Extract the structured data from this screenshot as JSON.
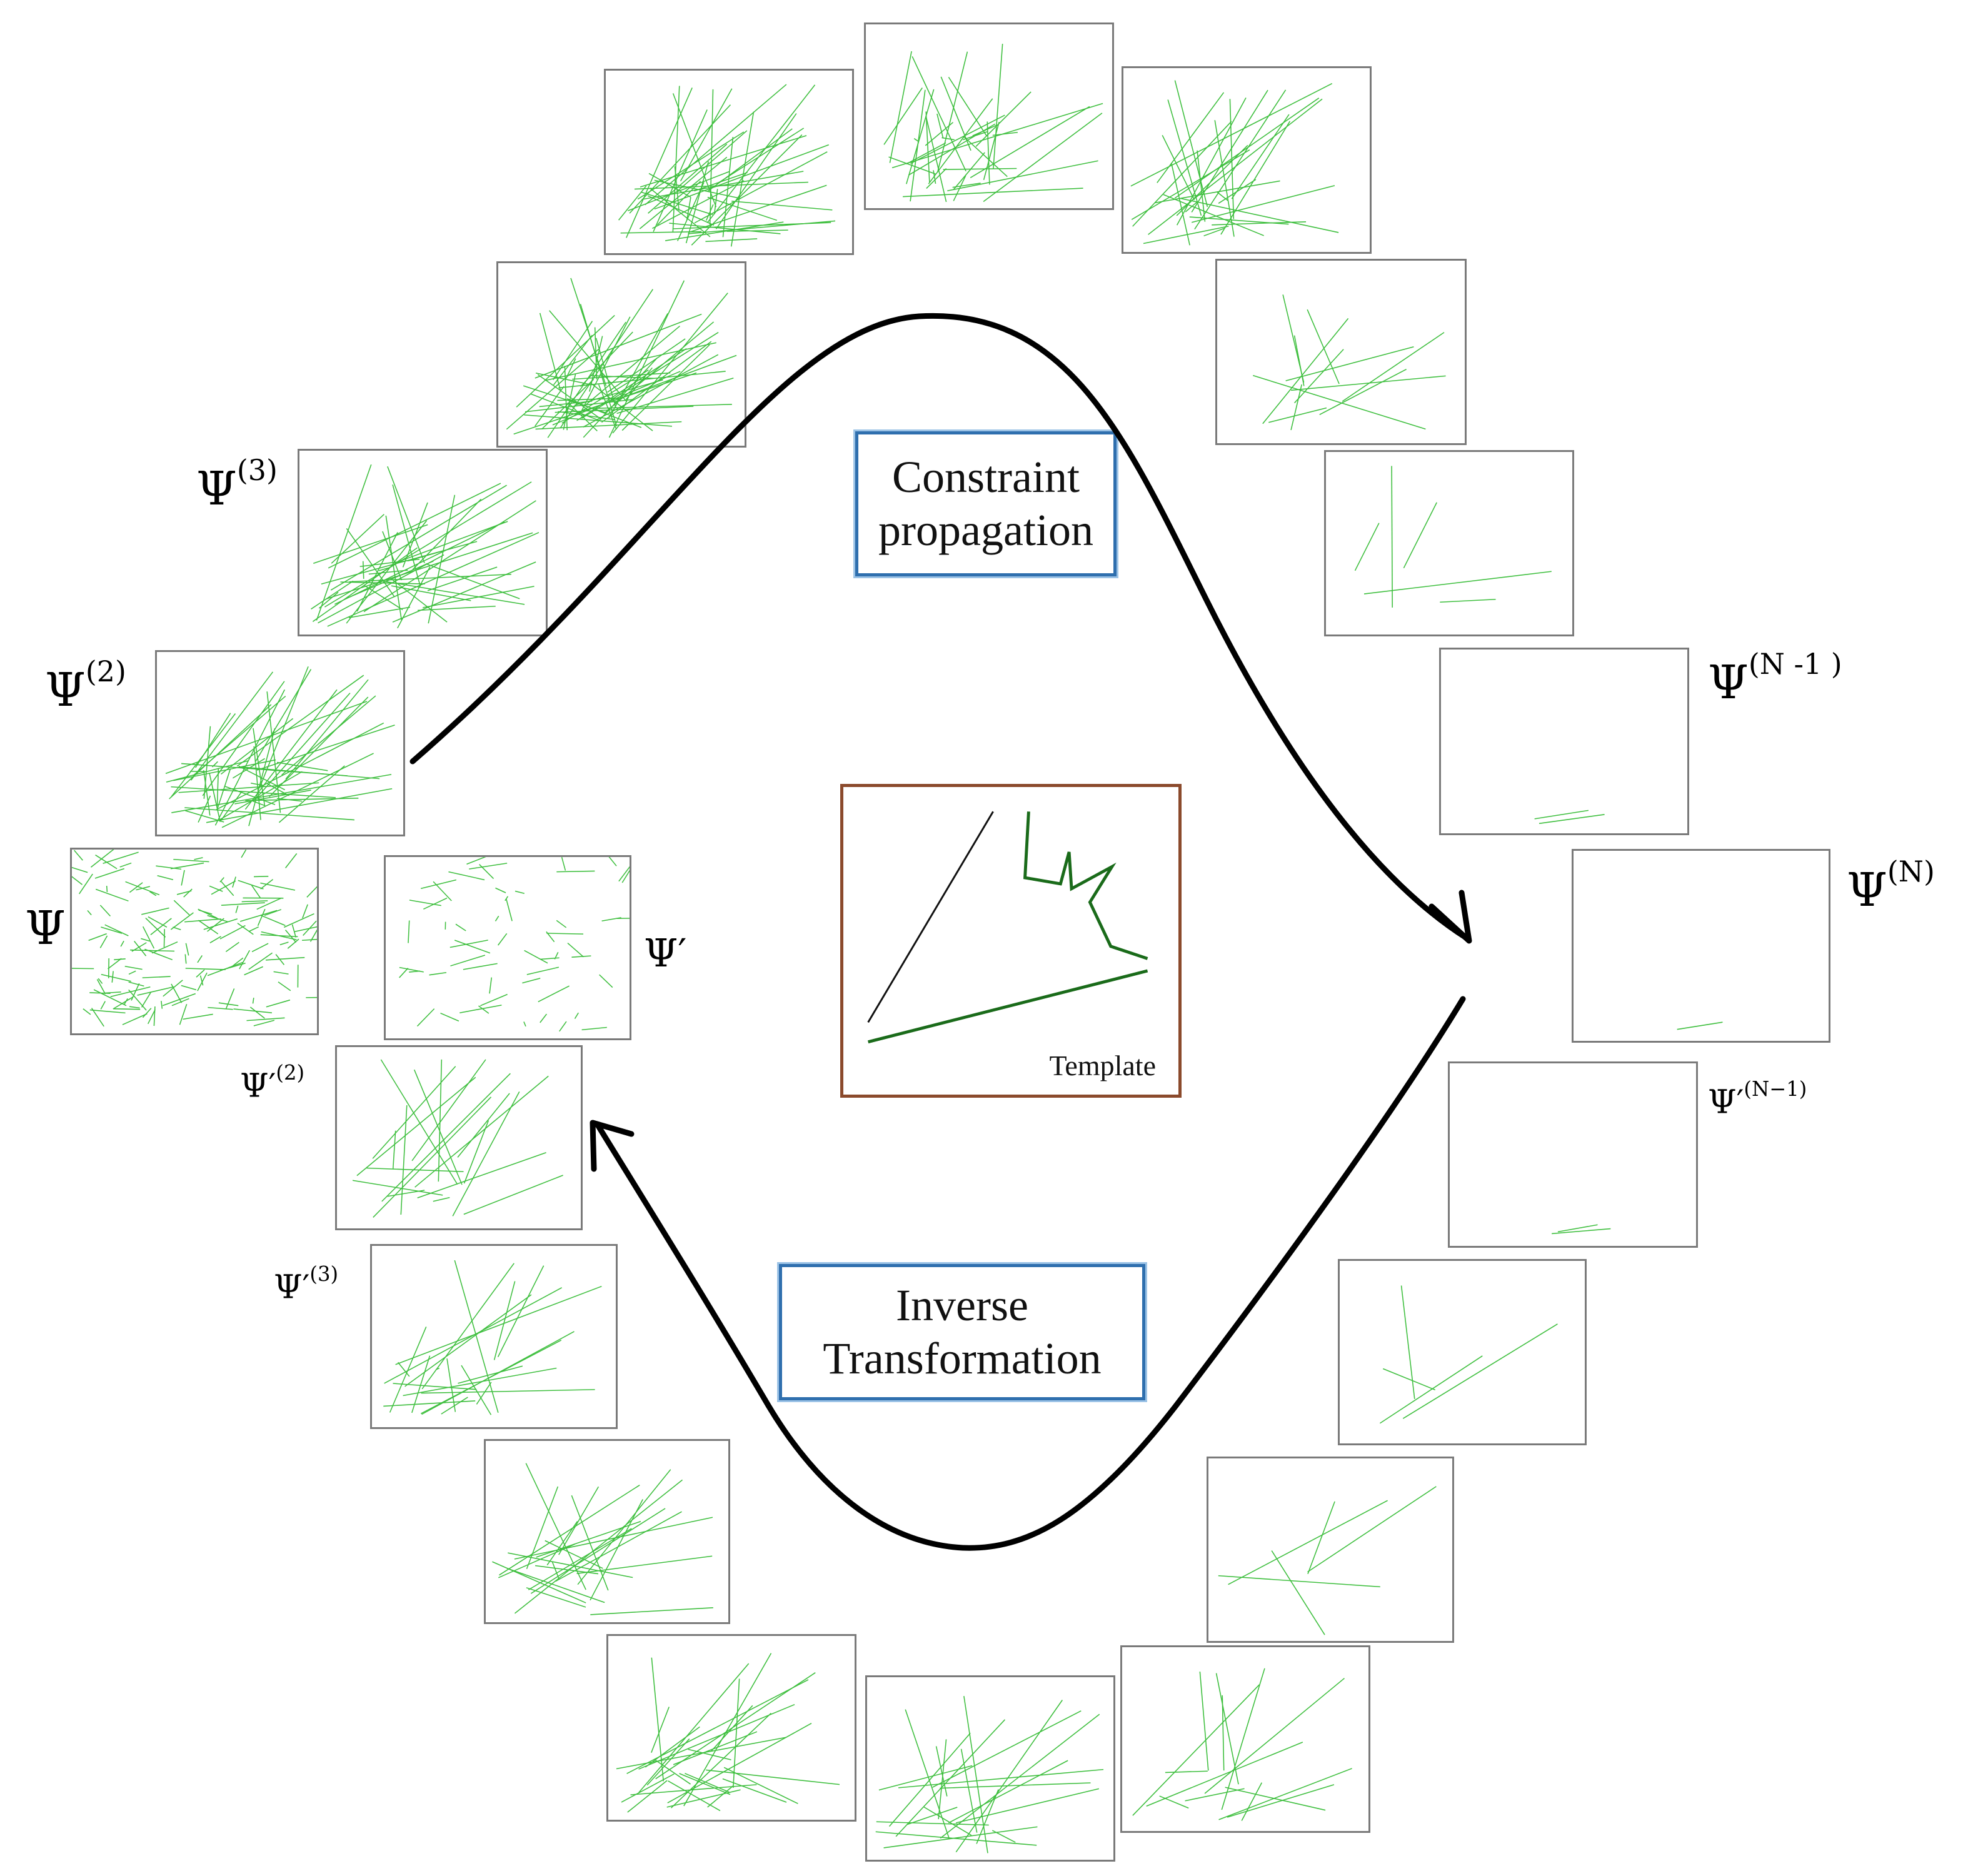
{
  "labels": {
    "psi": "Ψ",
    "psi_2": "Ψ",
    "psi_2_sup": "(2)",
    "psi_3": "Ψ",
    "psi_3_sup": "(3)",
    "psi_prime": "Ψ′",
    "psi_prime_2": "Ψ′",
    "psi_prime_2_sup": "(2)",
    "psi_prime_3": "Ψ′",
    "psi_prime_3_sup": "(3)",
    "psi_n_minus_1": "Ψ",
    "psi_n_minus_1_sup": "(N -1 )",
    "psi_n": "Ψ",
    "psi_n_sup": "(N)",
    "psi_prime_n_minus_1": "Ψ′",
    "psi_prime_n_minus_1_sup": "(N−1)"
  },
  "boxes": {
    "constraint_line1": "Constraint",
    "constraint_line2": "propagation",
    "inverse_line1": "Inverse",
    "inverse_line2": "Transformation",
    "template": "Template"
  },
  "colors": {
    "line_green": "#3fbf3f",
    "box_blue": "#2f6fae",
    "template_border": "#8b4a2c",
    "arrow": "#000000"
  }
}
